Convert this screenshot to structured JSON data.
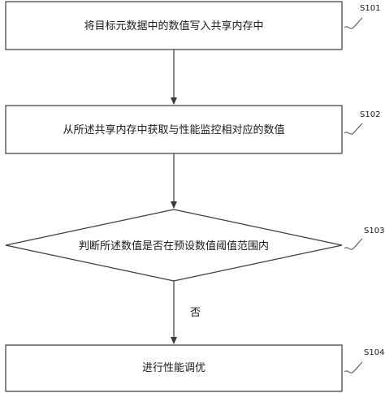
{
  "steps": [
    {
      "id": "S101",
      "text": "将目标元数据中的数值写入共享内存中"
    },
    {
      "id": "S102",
      "text": "从所述共享内存中获取与性能监控相对应的数值"
    },
    {
      "id": "S103",
      "text": "判断所述数值是否在预设数值阈值范围内"
    },
    {
      "id": "S104",
      "text": "进行性能调优"
    }
  ],
  "edge_labels": {
    "no": "否"
  }
}
